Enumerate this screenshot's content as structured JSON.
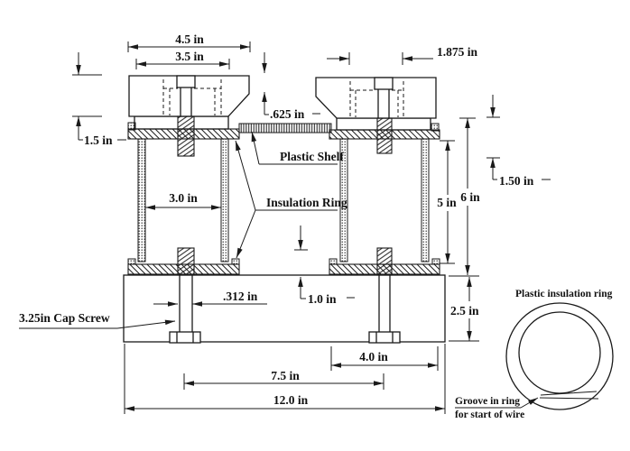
{
  "colors": {
    "ink": "#1a1a1a",
    "paper": "#ffffff"
  },
  "dims": {
    "cap_outer_width": "4.5 in",
    "cap_inner_width": "3.5 in",
    "counterbore_width": "1.875 in",
    "chamfer_height": ".625 in",
    "cap_height": "1.5 in",
    "ring_inner_width": "3.0 in",
    "ring_height": "5 in",
    "overall_height": "6 in",
    "screw_protrusion": "1.50 in",
    "thread_engagement": "1.0 in",
    "screw_diameter": ".312 in",
    "base_height": "2.5 in",
    "flange_width": "4.0 in",
    "screw_spacing": "7.5 in",
    "base_width": "12.0 in"
  },
  "callouts": {
    "cap_screw": "3.25in Cap Screw",
    "plastic_shelf": "Plastic Shelf",
    "insulation_ring": "Insulation Ring"
  },
  "ring_view": {
    "title": "Plastic insulation ring",
    "groove_note_line1": "Groove in ring",
    "groove_note_line2": "for start of wire"
  }
}
